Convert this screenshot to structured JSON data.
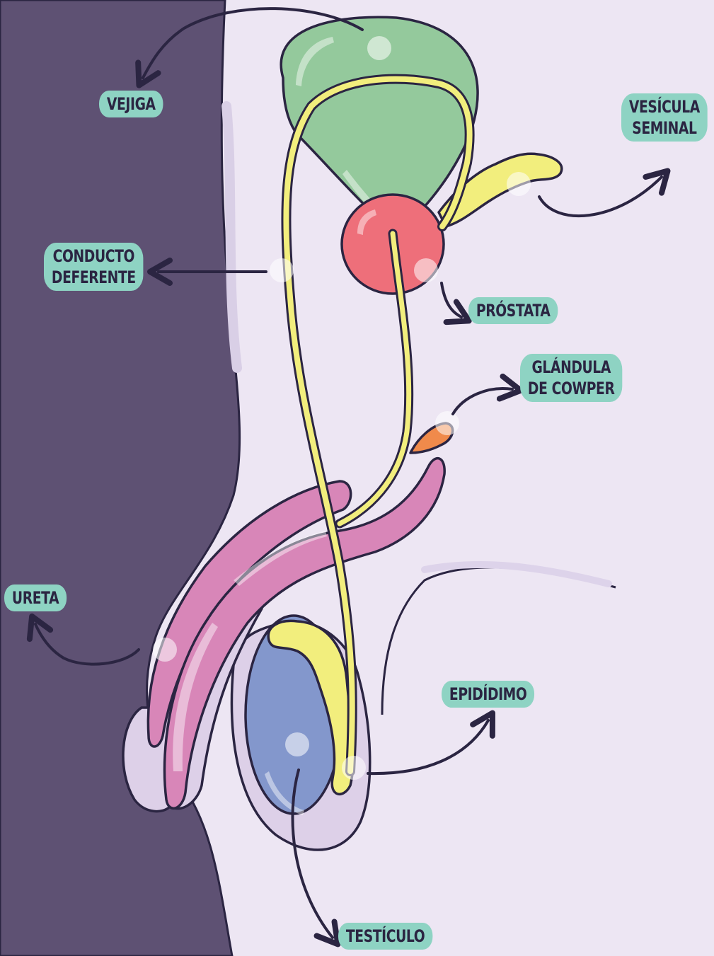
{
  "labels": {
    "vejiga": "VEJIGA",
    "vesicula": [
      "VESÍCULA",
      "SEMINAL"
    ],
    "conducto": [
      "CONDUCTO",
      "DEFERENTE"
    ],
    "prostata": "PRÓSTATA",
    "glandula": [
      "GLÁNDULA",
      "DE COWPER"
    ],
    "ureta": "URETA",
    "epididimo": "EPIDÍDIMO",
    "testiculo": "TESTÍCULO"
  },
  "colors": {
    "background": "#ede6f3",
    "body_panel": "#5e5173",
    "label_fill": "#8ed3c3",
    "label_text": "#2b2542",
    "outline": "#2b2542",
    "bladder": "#94c99c",
    "prostate": "#ee6f7a",
    "duct": "#f2ee7d",
    "cowper": "#f08a4b",
    "penis": "#d886b8",
    "testicle": "#8397cc"
  }
}
